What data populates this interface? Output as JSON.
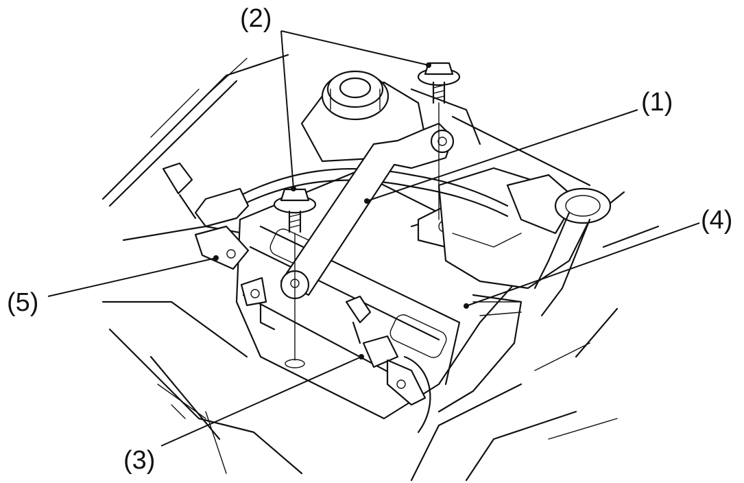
{
  "callouts": {
    "c1": "(1)",
    "c2": "(2)",
    "c3": "(3)",
    "c4": "(4)",
    "c5": "(5)"
  },
  "colors": {
    "ink": "#111111",
    "background": "#ffffff"
  }
}
